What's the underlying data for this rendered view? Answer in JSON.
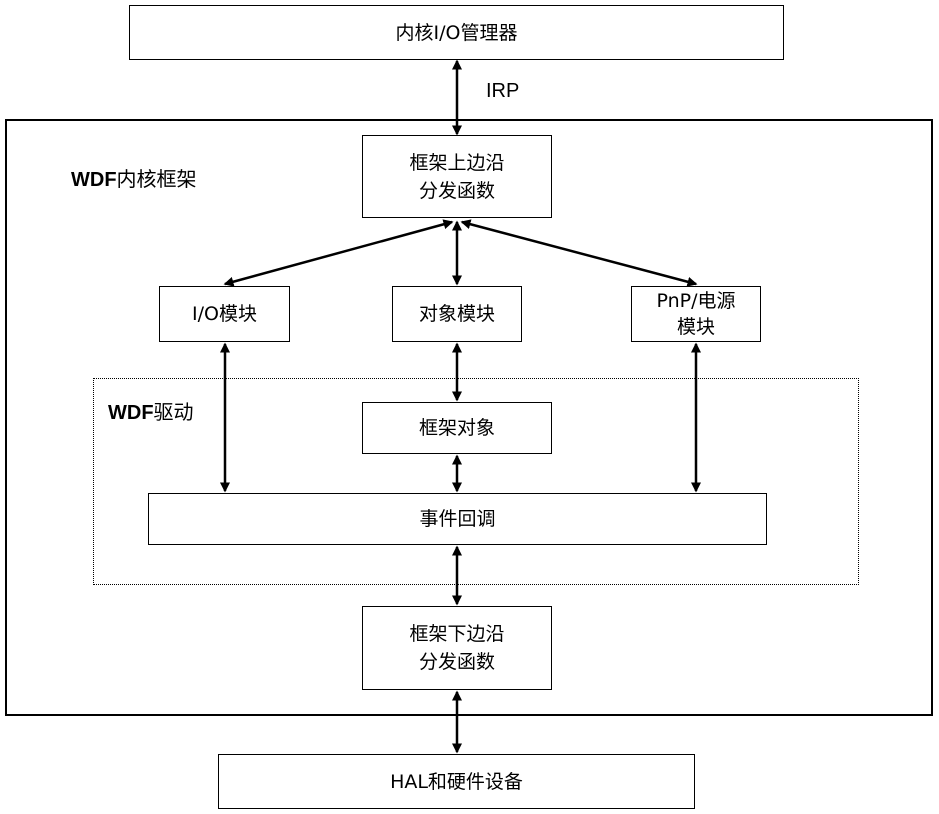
{
  "diagram": {
    "io_manager": "内核I/O管理器",
    "irp_label": "IRP",
    "kernel_frame": {
      "bold": "WDF",
      "rest": "内核框架"
    },
    "upper_edge": "框架上边沿\n分发函数",
    "io_module": "I/O模块",
    "object_module": "对象模块",
    "pnp_module": "PnP/电源\n模块",
    "driver_frame": {
      "bold": "WDF",
      "rest": "驱动"
    },
    "framework_object": "框架对象",
    "event_callback": "事件回调",
    "lower_edge": "框架下边沿\n分发函数",
    "hal": "HAL和硬件设备"
  }
}
